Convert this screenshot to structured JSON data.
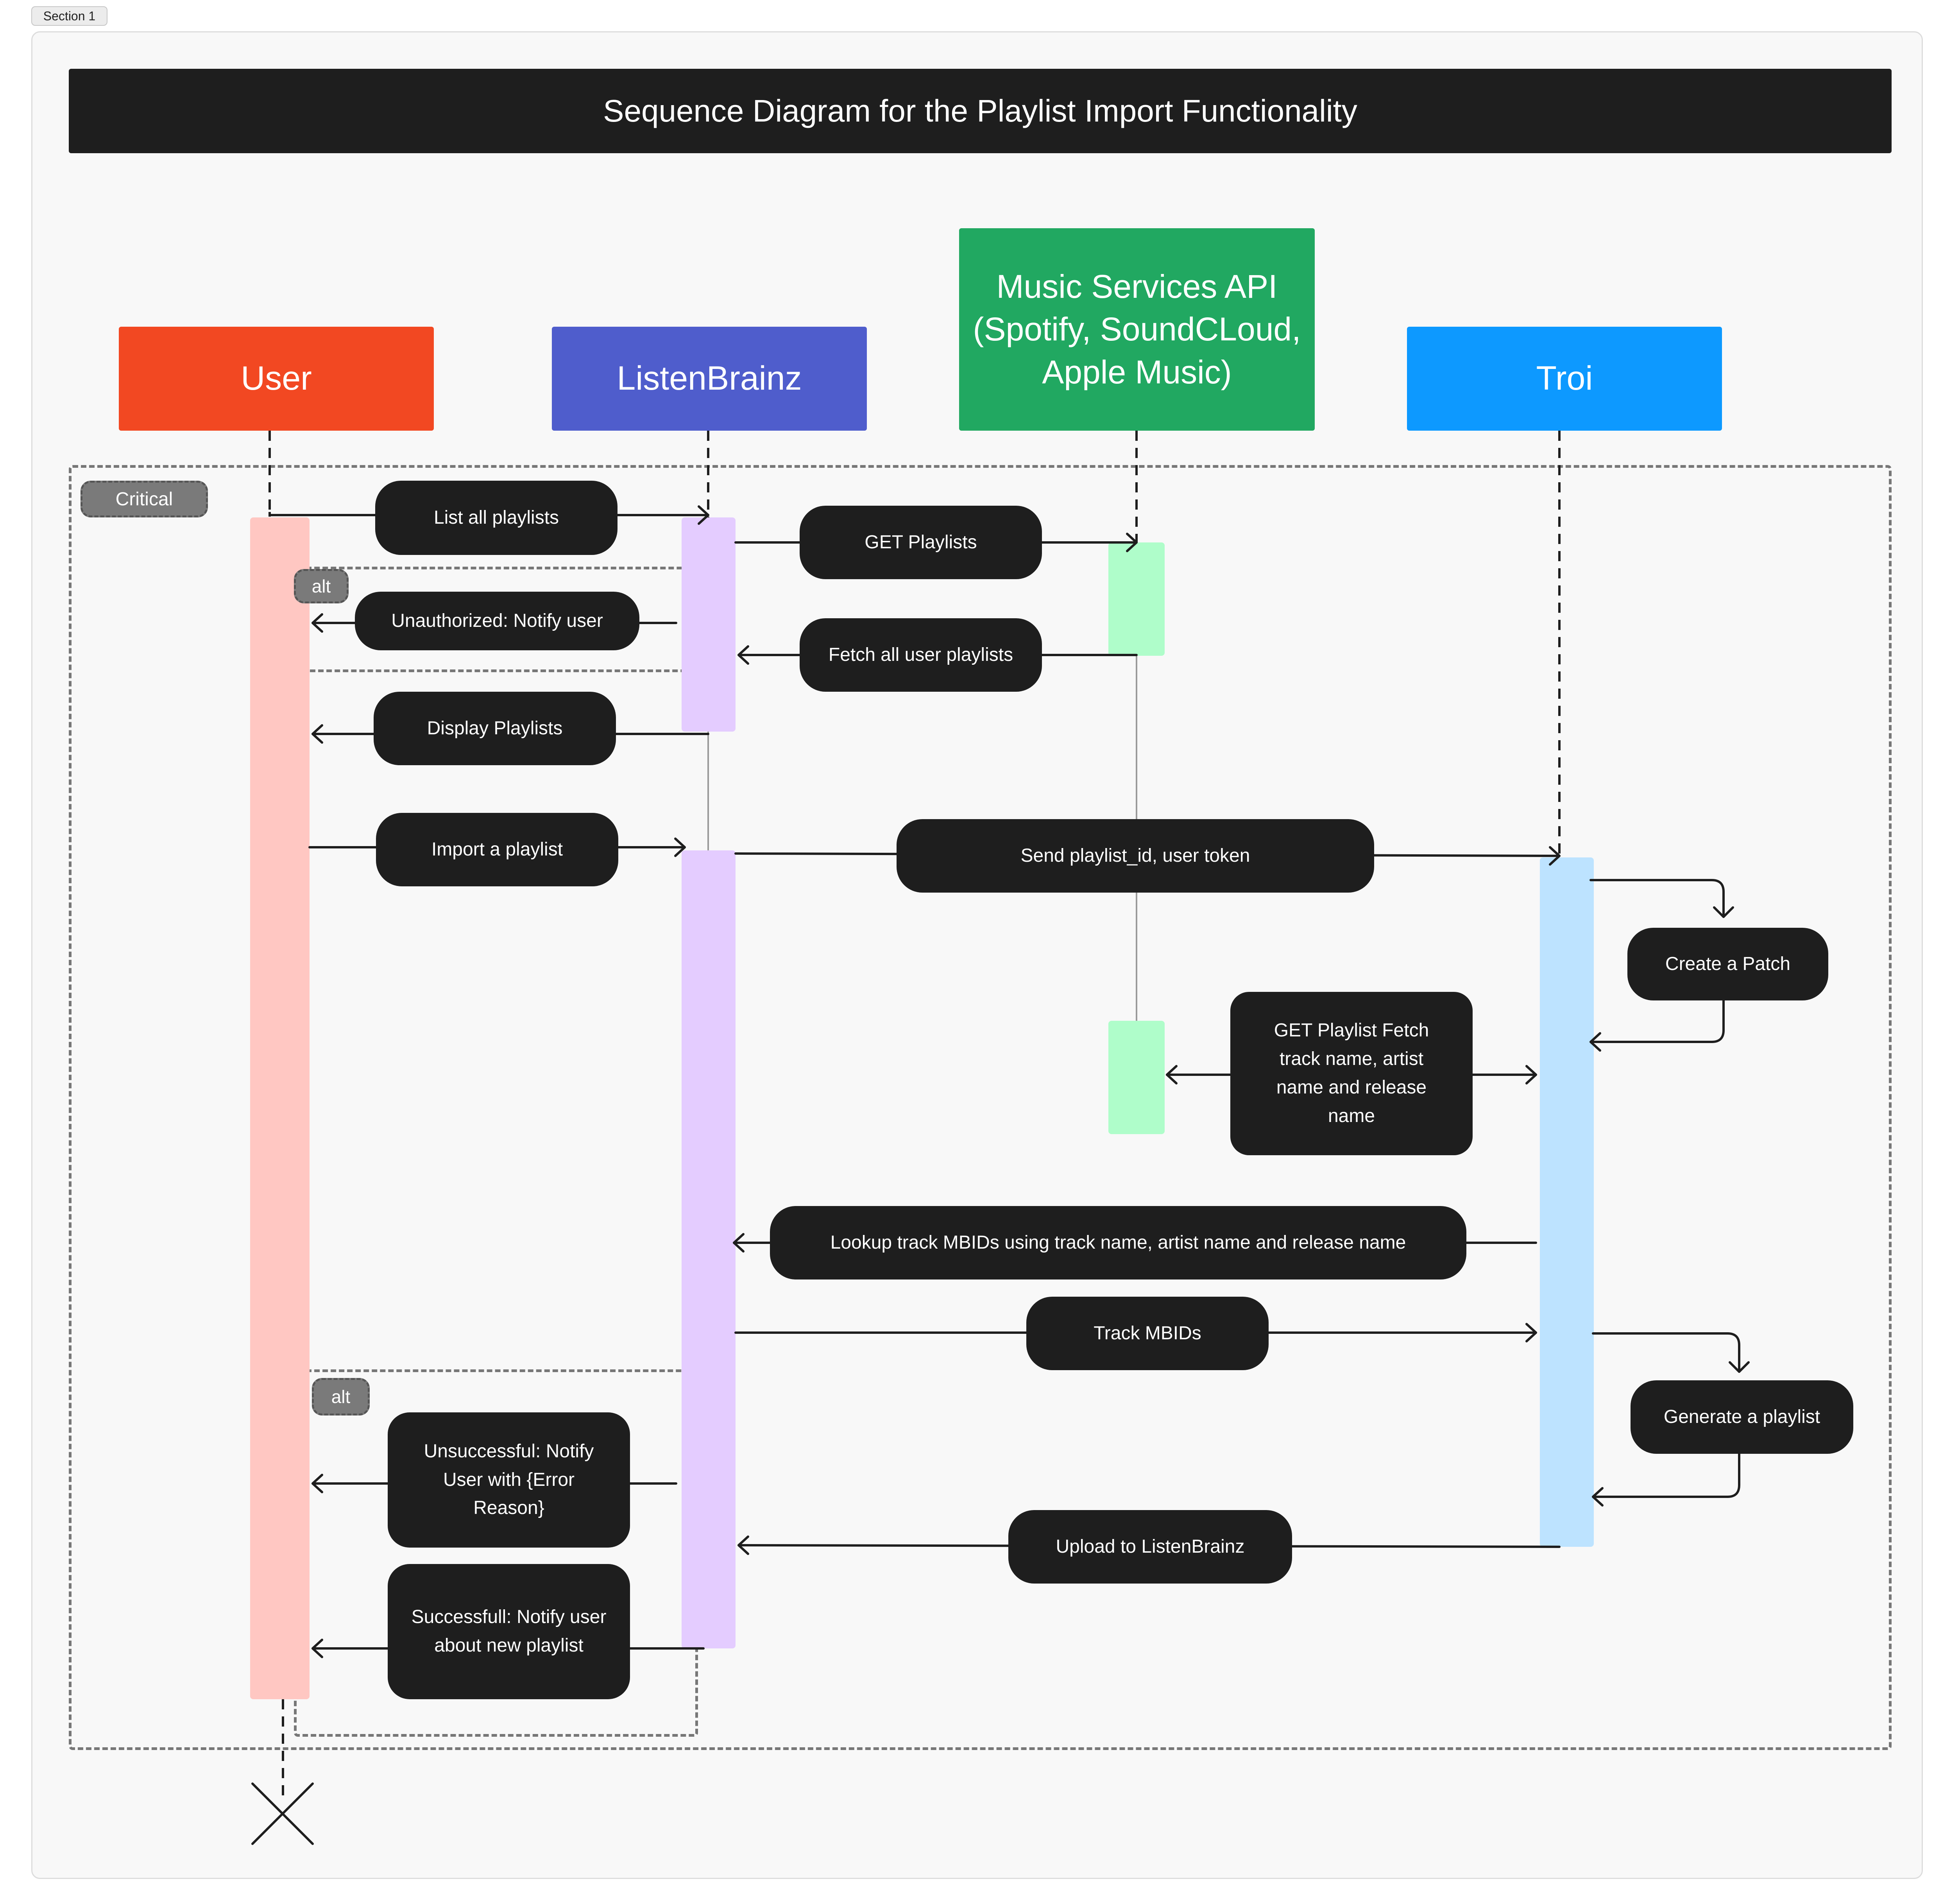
{
  "section": {
    "label": "Section 1"
  },
  "title": "Sequence Diagram for the Playlist Import Functionality",
  "actors": {
    "user": "User",
    "listenbrainz": "ListenBrainz",
    "music_services": "Music Services API (Spotify, SoundCLoud, Apple Music)",
    "troi": "Troi"
  },
  "fragments": {
    "critical": "Critical",
    "alt_1": "alt",
    "alt_2": "alt"
  },
  "messages": {
    "list_all_playlists": "List all playlists",
    "get_playlists": "GET Playlists",
    "unauthorized": "Unauthorized: Notify user",
    "fetch_all_user_playlists": "Fetch all user playlists",
    "display_playlists": "Display Playlists",
    "import_playlist": "Import a playlist",
    "send_playlist_id": "Send playlist_id, user token",
    "create_patch": "Create a Patch",
    "get_playlist_details": "GET Playlist Fetch track name, artist name and release name",
    "lookup_mbids": "Lookup track MBIDs using track name, artist name and release name",
    "track_mbids": "Track MBIDs",
    "generate_playlist": "Generate a playlist",
    "upload_to_lb": "Upload to ListenBrainz",
    "unsuccessful": "Unsuccessful: Notify User with {Error Reason}",
    "successful": "Successfull: Notify user about new playlist"
  },
  "colors": {
    "user": "#f24822",
    "listenbrainz": "#4f5dcc",
    "music_services": "#21a861",
    "troi": "#0d99ff",
    "message_pill": "#1e1e1e"
  }
}
